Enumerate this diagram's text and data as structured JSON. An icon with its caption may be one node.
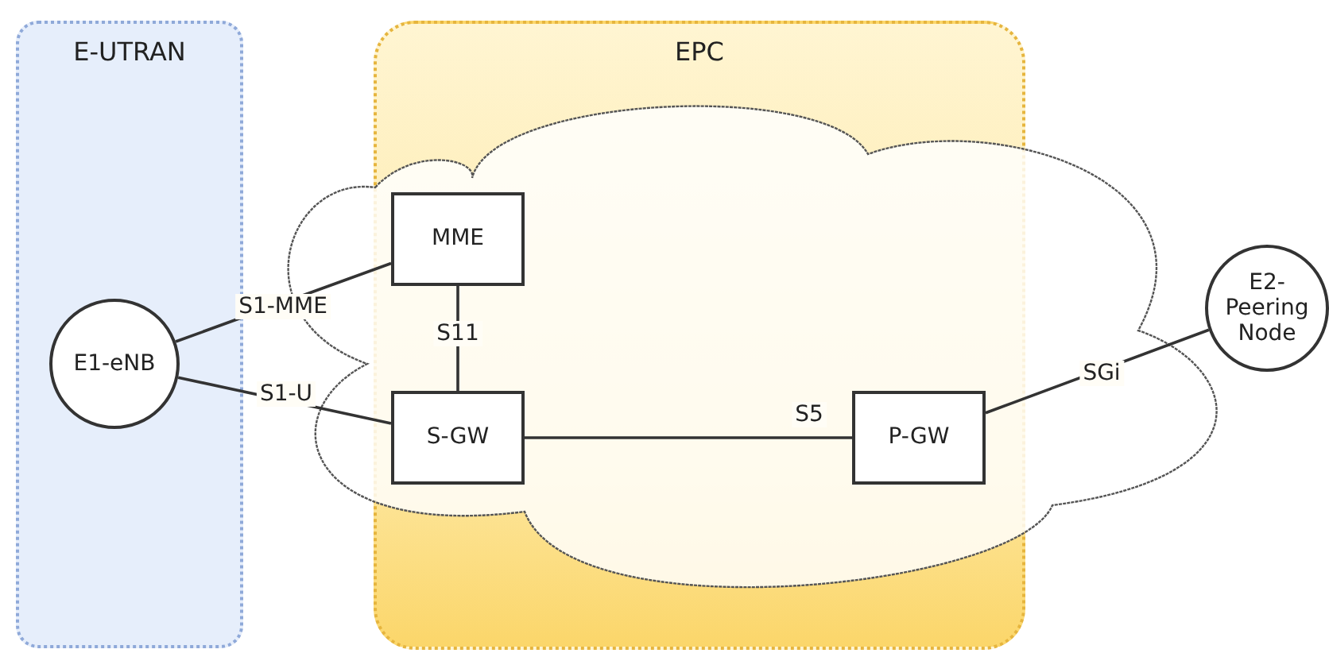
{
  "diagram": {
    "nodes": [
      {
        "text": [
          "E-UTRAN"
        ]
      },
      {
        "text": [
          "E1-eNB"
        ],
        "in": 0
      },
      {
        "text": [
          "EPC"
        ]
      },
      {
        "text": [
          "MME"
        ],
        "in": 2
      },
      {
        "text": [
          "S-GW"
        ],
        "in": 2
      },
      {
        "text": [
          "P-GW"
        ],
        "in": 2
      },
      {
        "text": [
          "E2-Peering Node"
        ]
      }
    ],
    "edges": [
      {
        "from": 1,
        "to": 3,
        "arrow": "none",
        "label": "S1-MME"
      },
      {
        "from": 1,
        "to": 4,
        "arrow": "none",
        "label": "S1-U"
      },
      {
        "from": 3,
        "to": 4,
        "arrow": "none",
        "label": "S11"
      },
      {
        "from": 4,
        "to": 5,
        "arrow": "none",
        "label": "S5"
      },
      {
        "from": 5,
        "to": 6,
        "arrow": "none",
        "label": "SGi"
      }
    ]
  }
}
